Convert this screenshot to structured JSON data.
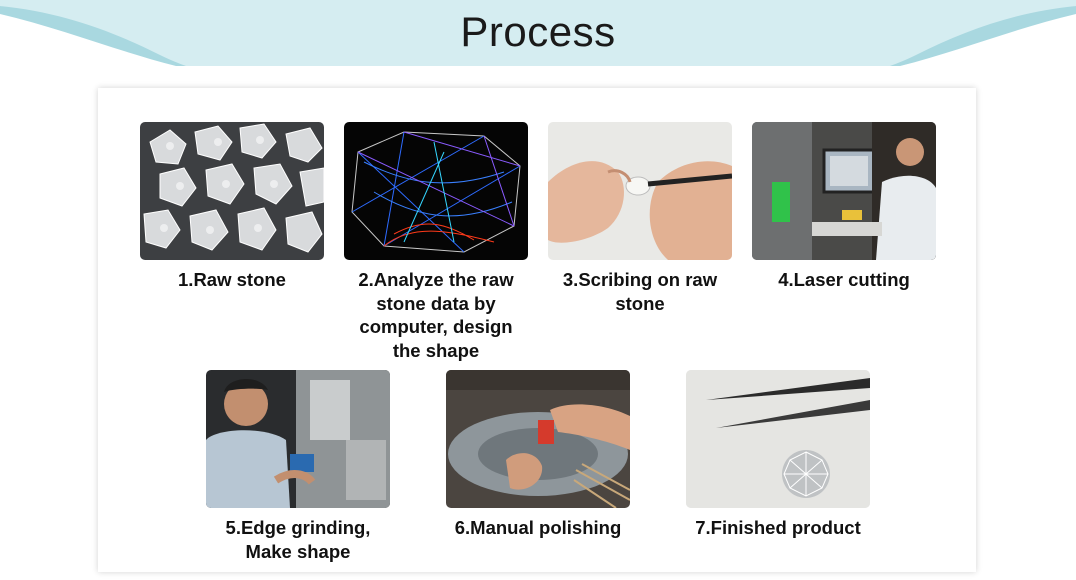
{
  "header": {
    "title": "Process"
  },
  "steps": [
    {
      "label": "1.Raw stone",
      "image": "raw-diamond-stones-photo"
    },
    {
      "label": "2.Analyze the raw stone data by computer, design the shape",
      "image": "3d-stone-model-photo"
    },
    {
      "label": "3.Scribing on raw stone",
      "image": "hands-scribing-stone-photo"
    },
    {
      "label": "4.Laser cutting",
      "image": "laser-cutting-workstation-photo"
    },
    {
      "label": "5.Edge grinding, Make shape",
      "image": "edge-grinding-machine-photo"
    },
    {
      "label": "6.Manual polishing",
      "image": "manual-polishing-photo"
    },
    {
      "label": "7.Finished product",
      "image": "finished-diamond-tweezers-photo"
    }
  ],
  "colors": {
    "banner": "#cfe9ee",
    "banner_wave": "#a9d8e0",
    "title": "#1a1a1a"
  }
}
